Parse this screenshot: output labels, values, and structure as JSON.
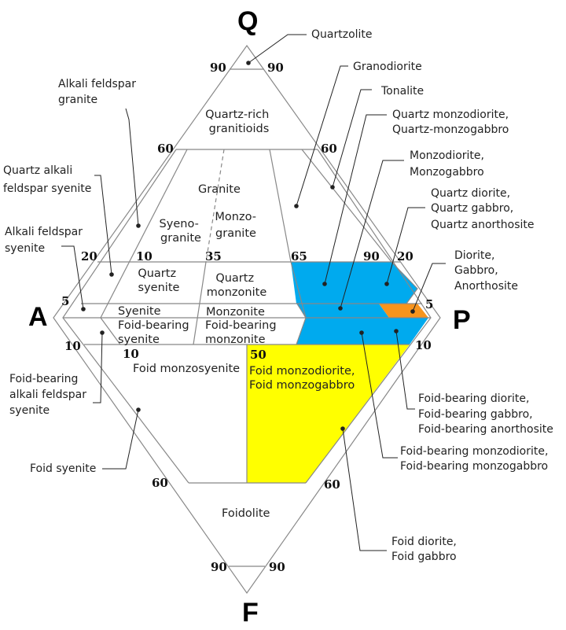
{
  "apices": {
    "Q": "Q",
    "A": "A",
    "P": "P",
    "F": "F"
  },
  "colors": {
    "blue": "#00AAEE",
    "orange": "#F7941D",
    "yellow": "#FFFF00",
    "line": "#888888",
    "text": "#222222"
  },
  "ticks": {
    "q90l": "90",
    "q90r": "90",
    "q60l": "60",
    "q60r": "60",
    "q20l": "20",
    "q10": "10",
    "q35": "35",
    "q65": "65",
    "q90m": "90",
    "q20r": "20",
    "a5": "5",
    "p5": "5",
    "a10": "10",
    "p10": "10",
    "f10": "10",
    "f50": "50",
    "f60l": "60",
    "f60r": "60",
    "f90l": "90",
    "f90r": "90"
  },
  "fields": {
    "quartz_rich": [
      "Quartz-rich",
      "granitioids"
    ],
    "granite": "Granite",
    "syenogranite": [
      "Syeno-",
      "granite"
    ],
    "monzogranite": [
      "Monzo-",
      "granite"
    ],
    "quartz_syenite": [
      "Quartz",
      "syenite"
    ],
    "quartz_monzonite": [
      "Quartz",
      "monzonite"
    ],
    "syenite": "Syenite",
    "monzonite": "Monzonite",
    "foid_syenite_short": [
      "Foid-bearing",
      "syenite"
    ],
    "foid_monzonite": [
      "Foid-bearing",
      "monzonite"
    ],
    "foid_monzosyenite": "Foid monzosyenite",
    "foid_monzodiorite": [
      "Foid monzodiorite,",
      "Foid monzogabbro"
    ],
    "foidolite": "Foidolite"
  },
  "callouts": {
    "quartzolite": [
      "Quartzolite"
    ],
    "alkali_granite": [
      "Alkali feldspar",
      "granite"
    ],
    "granodiorite": [
      "Granodiorite"
    ],
    "tonalite": [
      "Tonalite"
    ],
    "q_monzodiorite": [
      "Quartz monzodiorite,",
      "Quartz-monzogabbro"
    ],
    "q_alkali_syenite": [
      "Quartz alkali",
      "feldspar syenite"
    ],
    "monzodiorite": [
      "Monzodiorite,",
      "Monzogabbro"
    ],
    "q_diorite": [
      "Quartz diorite,",
      "Quartz gabbro,",
      "Quartz anorthosite"
    ],
    "alkali_syenite": [
      "Alkali feldspar",
      "syenite"
    ],
    "diorite": [
      "Diorite,",
      "Gabbro,",
      "Anorthosite"
    ],
    "fb_alkali_syenite": [
      "Foid-bearing",
      "alkali feldspar",
      "syenite"
    ],
    "fb_diorite": [
      "Foid-bearing diorite,",
      "Foid-bearing gabbro,",
      "Foid-bearing anorthosite"
    ],
    "fb_monzodiorite": [
      "Foid-bearing monzodiorite,",
      "Foid-bearing monzogabbro"
    ],
    "foid_syenite": [
      "Foid syenite"
    ],
    "foid_diorite": [
      "Foid diorite,",
      "Foid gabbro"
    ]
  }
}
